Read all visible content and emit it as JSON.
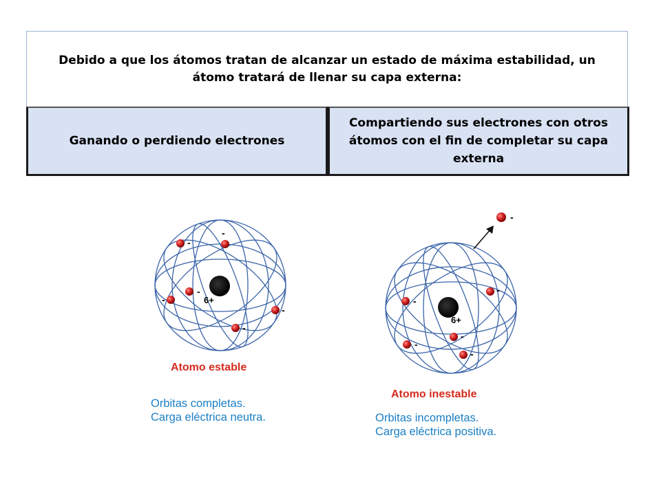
{
  "header": {
    "text": "Debido a que los átomos tratan de alcanzar un estado de máxima estabilidad, un átomo tratará de llenar su capa externa:"
  },
  "options": {
    "left": "Ganando o perdiendo electrones",
    "right": "Compartiendo sus electrones con otros átomos con el fin de completar su capa externa"
  },
  "atom_stable": {
    "nucleus_charge": "6+",
    "electron_sign": "-",
    "title": "Atomo estable",
    "line1": "Orbitas completas.",
    "line2": "Carga eléctrica neutra."
  },
  "atom_unstable": {
    "nucleus_charge": "6+",
    "electron_sign": "-",
    "title": "Atomo inestable",
    "line1": "Orbitas incompletas.",
    "line2": "Carga eléctrica positiva."
  },
  "colors": {
    "orbit": "#3a63a8",
    "electron": "#cc1f1f",
    "nucleus": "#000000",
    "title": "#d42b1e",
    "caption": "#1b7fc4",
    "cell_bg": "#d8e2f3"
  }
}
